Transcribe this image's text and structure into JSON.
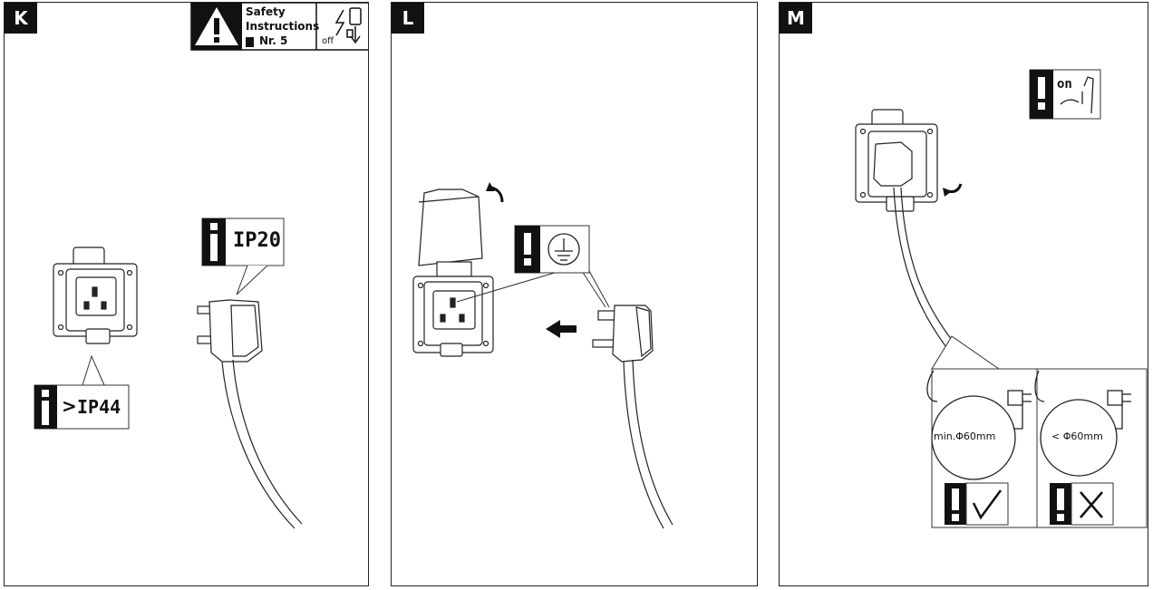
{
  "panels": [
    {
      "letter": "K"
    },
    {
      "letter": "L"
    },
    {
      "letter": "M"
    }
  ],
  "safety": {
    "line1": "Safety",
    "line2": "Instructions",
    "line3": "Nr. 5",
    "switch_state": "off"
  },
  "ratings": {
    "plug": "IP20",
    "socket_prefix": ">",
    "socket": "IP44"
  },
  "switch_on": "on",
  "bend": {
    "ok_label": "min.Φ60mm",
    "bad_label": "< Φ60mm"
  }
}
